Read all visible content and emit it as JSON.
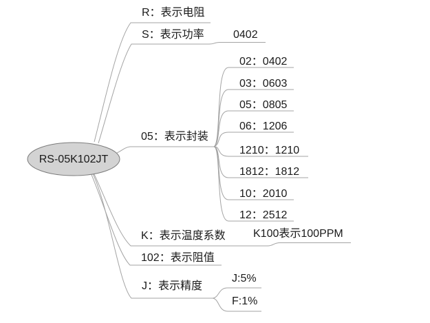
{
  "title": "RS-05K102JT part number mind map",
  "colors": {
    "line": "#a3a3a3",
    "node_fill": "#d3d3d3",
    "node_stroke": "#7a7a7a",
    "text": "#1a1a1a"
  },
  "root": {
    "label": "RS-05K102JT"
  },
  "branches": {
    "resistance": {
      "label": "R：表示电阻"
    },
    "power": {
      "label": "S：表示功率",
      "child": "0402"
    },
    "package": {
      "label": "05：表示封装",
      "children": [
        "02：0402",
        "03：0603",
        "05：0805",
        "06：1206",
        "1210：1210",
        "1812：1812",
        "10：2010",
        "12：2512"
      ]
    },
    "temp_coefficient": {
      "label": "K：表示温度系数",
      "child": "K100表示100PPM"
    },
    "resistance_value": {
      "label": "102：表示阻值"
    },
    "precision": {
      "label": "J：表示精度",
      "children": [
        "J:5%",
        "F:1%"
      ]
    }
  }
}
